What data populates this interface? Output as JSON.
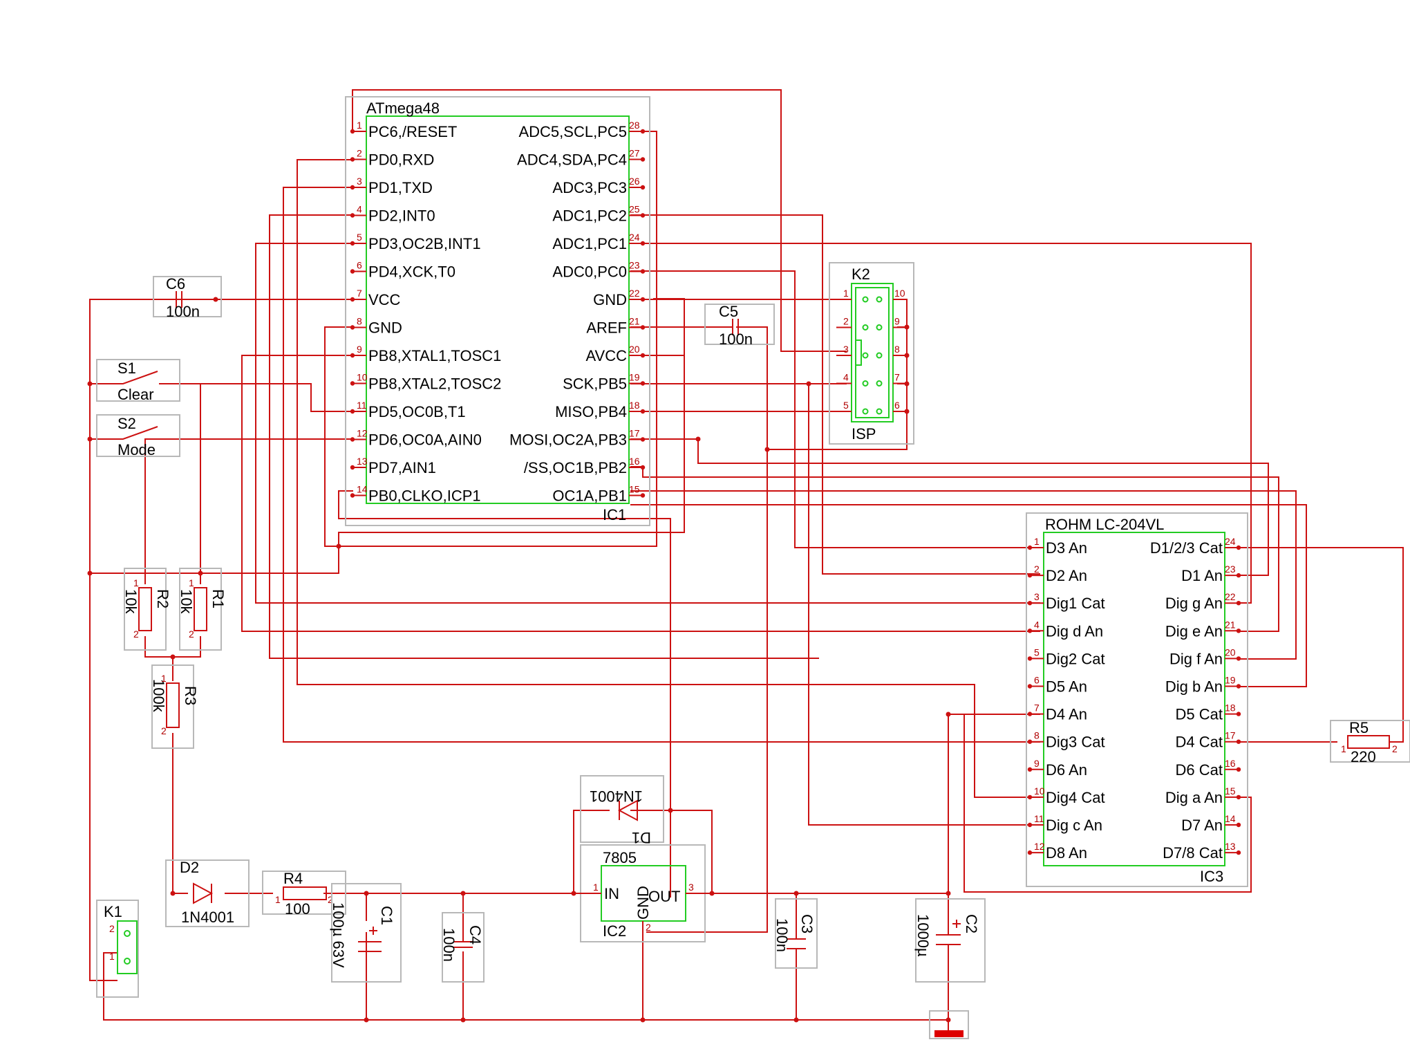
{
  "ic1": {
    "name": "ATmega48",
    "ref": "IC1",
    "left_pins": [
      {
        "num": "1",
        "label": "PC6,/RESET"
      },
      {
        "num": "2",
        "label": "PD0,RXD"
      },
      {
        "num": "3",
        "label": "PD1,TXD"
      },
      {
        "num": "4",
        "label": "PD2,INT0"
      },
      {
        "num": "5",
        "label": "PD3,OC2B,INT1"
      },
      {
        "num": "6",
        "label": "PD4,XCK,T0"
      },
      {
        "num": "7",
        "label": "VCC"
      },
      {
        "num": "8",
        "label": "GND"
      },
      {
        "num": "9",
        "label": "PB8,XTAL1,TOSC1"
      },
      {
        "num": "10",
        "label": "PB8,XTAL2,TOSC2"
      },
      {
        "num": "11",
        "label": "PD5,OC0B,T1"
      },
      {
        "num": "12",
        "label": "PD6,OC0A,AIN0"
      },
      {
        "num": "13",
        "label": "PD7,AIN1"
      },
      {
        "num": "14",
        "label": "PB0,CLKO,ICP1"
      }
    ],
    "right_pins": [
      {
        "num": "28",
        "label": "ADC5,SCL,PC5"
      },
      {
        "num": "27",
        "label": "ADC4,SDA,PC4"
      },
      {
        "num": "26",
        "label": "ADC3,PC3"
      },
      {
        "num": "25",
        "label": "ADC1,PC2"
      },
      {
        "num": "24",
        "label": "ADC1,PC1"
      },
      {
        "num": "23",
        "label": "ADC0,PC0"
      },
      {
        "num": "22",
        "label": "GND"
      },
      {
        "num": "21",
        "label": "AREF"
      },
      {
        "num": "20",
        "label": "AVCC"
      },
      {
        "num": "19",
        "label": "SCK,PB5"
      },
      {
        "num": "18",
        "label": "MISO,PB4"
      },
      {
        "num": "17",
        "label": "MOSI,OC2A,PB3"
      },
      {
        "num": "16",
        "label": "/SS,OC1B,PB2"
      },
      {
        "num": "15",
        "label": "OC1A,PB1"
      }
    ]
  },
  "ic3": {
    "name": "ROHM LC-204VL",
    "ref": "IC3",
    "left_pins": [
      {
        "num": "1",
        "label": "D3 An"
      },
      {
        "num": "2",
        "label": "D2 An"
      },
      {
        "num": "3",
        "label": "Dig1 Cat"
      },
      {
        "num": "4",
        "label": "Dig d An"
      },
      {
        "num": "5",
        "label": "Dig2 Cat"
      },
      {
        "num": "6",
        "label": "D5 An"
      },
      {
        "num": "7",
        "label": "D4 An"
      },
      {
        "num": "8",
        "label": "Dig3 Cat"
      },
      {
        "num": "9",
        "label": "D6 An"
      },
      {
        "num": "10",
        "label": "Dig4 Cat"
      },
      {
        "num": "11",
        "label": "Dig c An"
      },
      {
        "num": "12",
        "label": "D8 An"
      }
    ],
    "right_pins": [
      {
        "num": "24",
        "label": "D1/2/3 Cat"
      },
      {
        "num": "23",
        "label": "D1 An"
      },
      {
        "num": "22",
        "label": "Dig g An"
      },
      {
        "num": "21",
        "label": "Dig e An"
      },
      {
        "num": "20",
        "label": "Dig f An"
      },
      {
        "num": "19",
        "label": "Dig b An"
      },
      {
        "num": "18",
        "label": "D5 Cat"
      },
      {
        "num": "17",
        "label": "D4 Cat"
      },
      {
        "num": "16",
        "label": "D6 Cat"
      },
      {
        "num": "15",
        "label": "Dig a An"
      },
      {
        "num": "14",
        "label": "D7 An"
      },
      {
        "num": "13",
        "label": "D7/8 Cat"
      }
    ]
  },
  "k2": {
    "name": "K2",
    "sub": "ISP",
    "left_nums": [
      "1",
      "2",
      "3",
      "4",
      "5"
    ],
    "right_nums": [
      "10",
      "9",
      "8",
      "7",
      "6"
    ]
  },
  "ic2": {
    "name": "7805",
    "ref": "IC2",
    "in": "IN",
    "out": "OUT",
    "gnd": "GND",
    "in_num": "1",
    "out_num": "3",
    "gnd_num": "2"
  },
  "components": {
    "c6": {
      "name": "C6",
      "value": "100n"
    },
    "c5": {
      "name": "C5",
      "value": "100n"
    },
    "c1": {
      "name": "C1",
      "value": "100µ 63V"
    },
    "c2": {
      "name": "C2",
      "value": "1000µ"
    },
    "c3": {
      "name": "C3",
      "value": "100n"
    },
    "c4": {
      "name": "C4",
      "value": "100n"
    },
    "s1": {
      "name": "S1",
      "value": "Clear"
    },
    "s2": {
      "name": "S2",
      "value": "Mode"
    },
    "r1": {
      "name": "R1",
      "value": "10k"
    },
    "r2": {
      "name": "R2",
      "value": "10k"
    },
    "r3": {
      "name": "R3",
      "value": "100k"
    },
    "r4": {
      "name": "R4",
      "value": "100"
    },
    "r5": {
      "name": "R5",
      "value": "220"
    },
    "d1": {
      "name": "D1",
      "value": "1N4001"
    },
    "d2": {
      "name": "D2",
      "value": "1N4001"
    },
    "k1": {
      "name": "K1"
    }
  },
  "pin_numbers": {
    "one": "1",
    "two": "2"
  },
  "colors": {
    "wire": "#cc1111",
    "part_body": "#22cc22",
    "frame": "#b8b8b8",
    "ground": "#dd0000"
  }
}
